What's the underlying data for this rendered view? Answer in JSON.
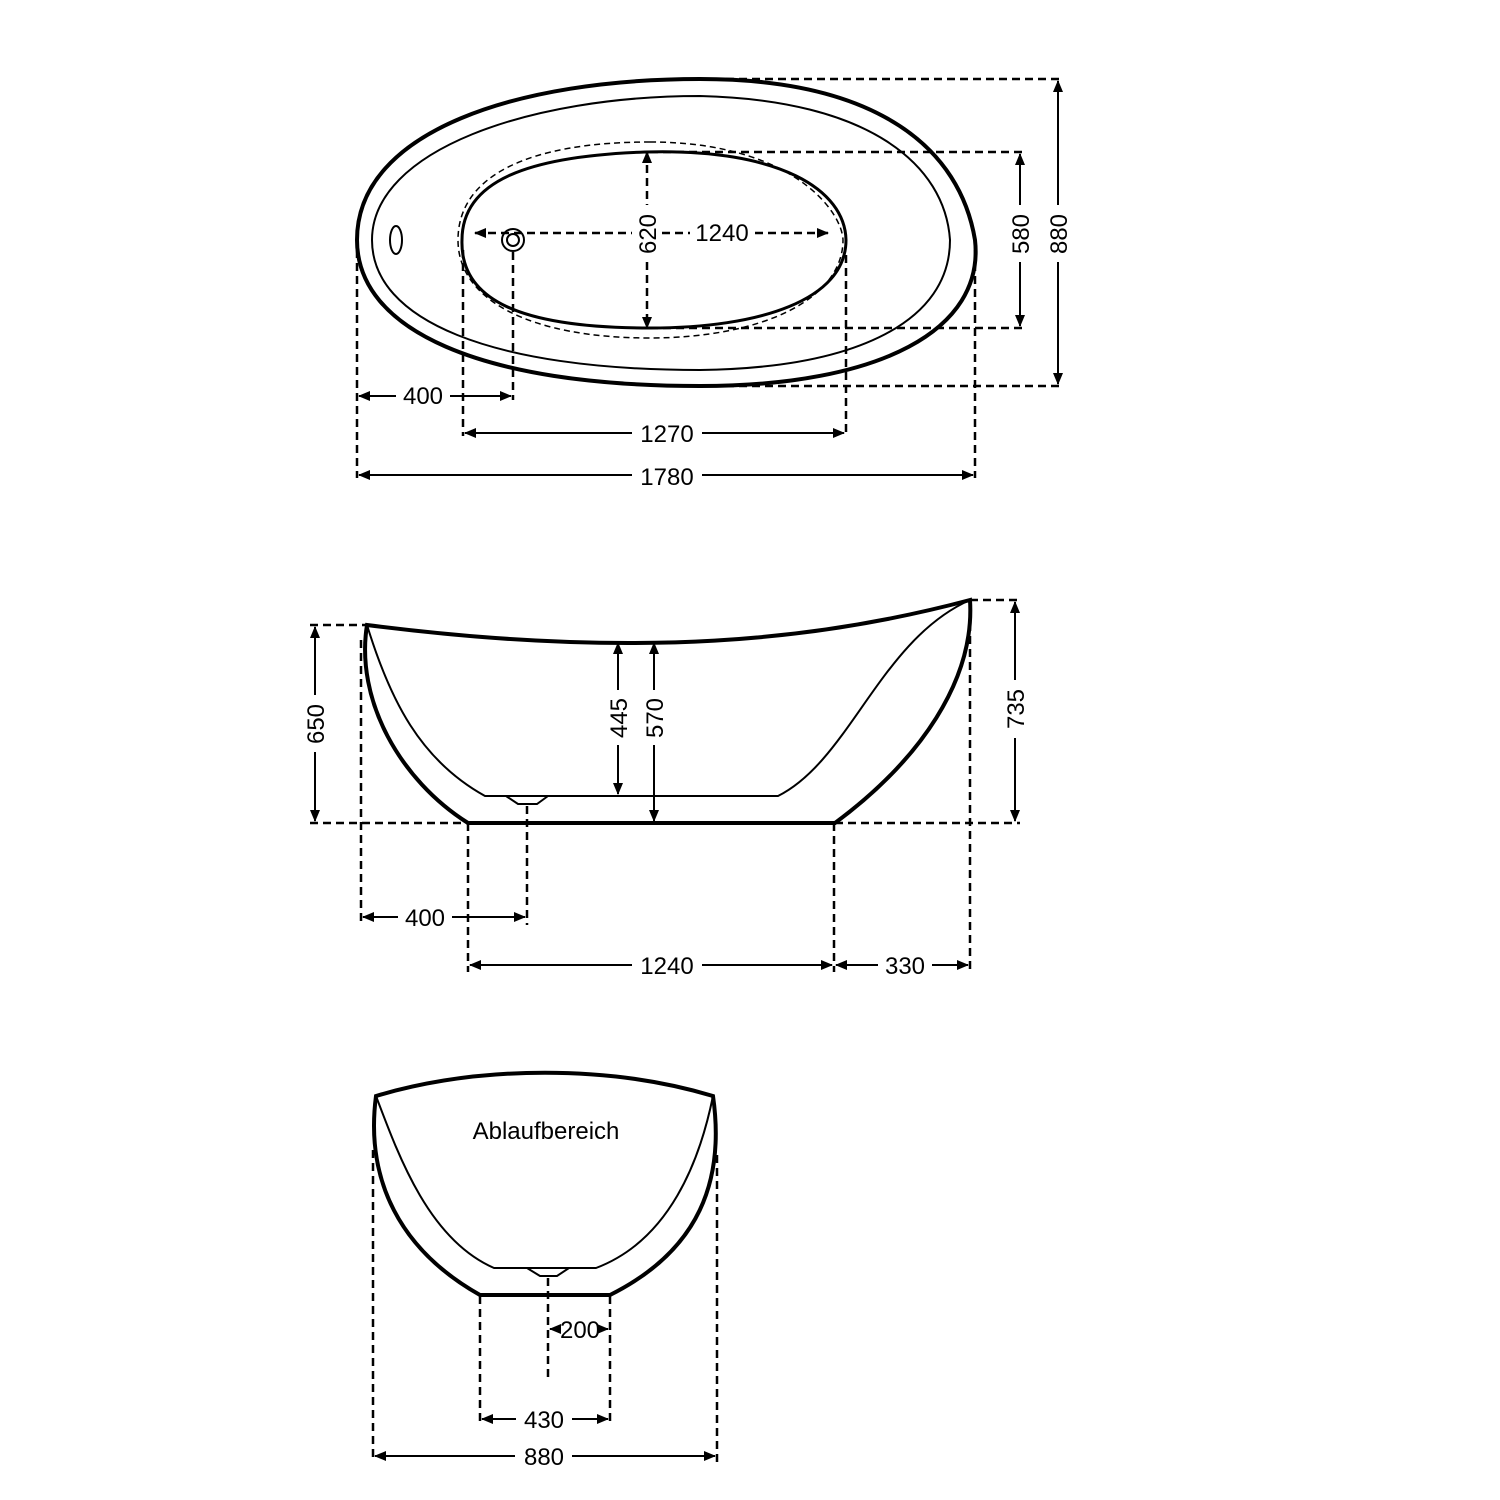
{
  "drawing": {
    "units": "mm",
    "colors": {
      "line": "#000000",
      "background": "#ffffff"
    },
    "top_view": {
      "overall_length": "1780",
      "overall_width": "880",
      "inner_basin_length": "1270",
      "inner_basin_width": "580",
      "bottom_length": "1240",
      "bottom_width": "620",
      "drain_offset": "400"
    },
    "side_view": {
      "left_height": "650",
      "right_height": "735",
      "inner_depth": "445",
      "rim_height_center": "570",
      "drain_offset": "400",
      "base_length": "1240",
      "right_overhang": "330"
    },
    "end_view": {
      "label": "Ablaufbereich",
      "overall_width": "880",
      "base_width": "430",
      "drain_offset": "200"
    }
  }
}
